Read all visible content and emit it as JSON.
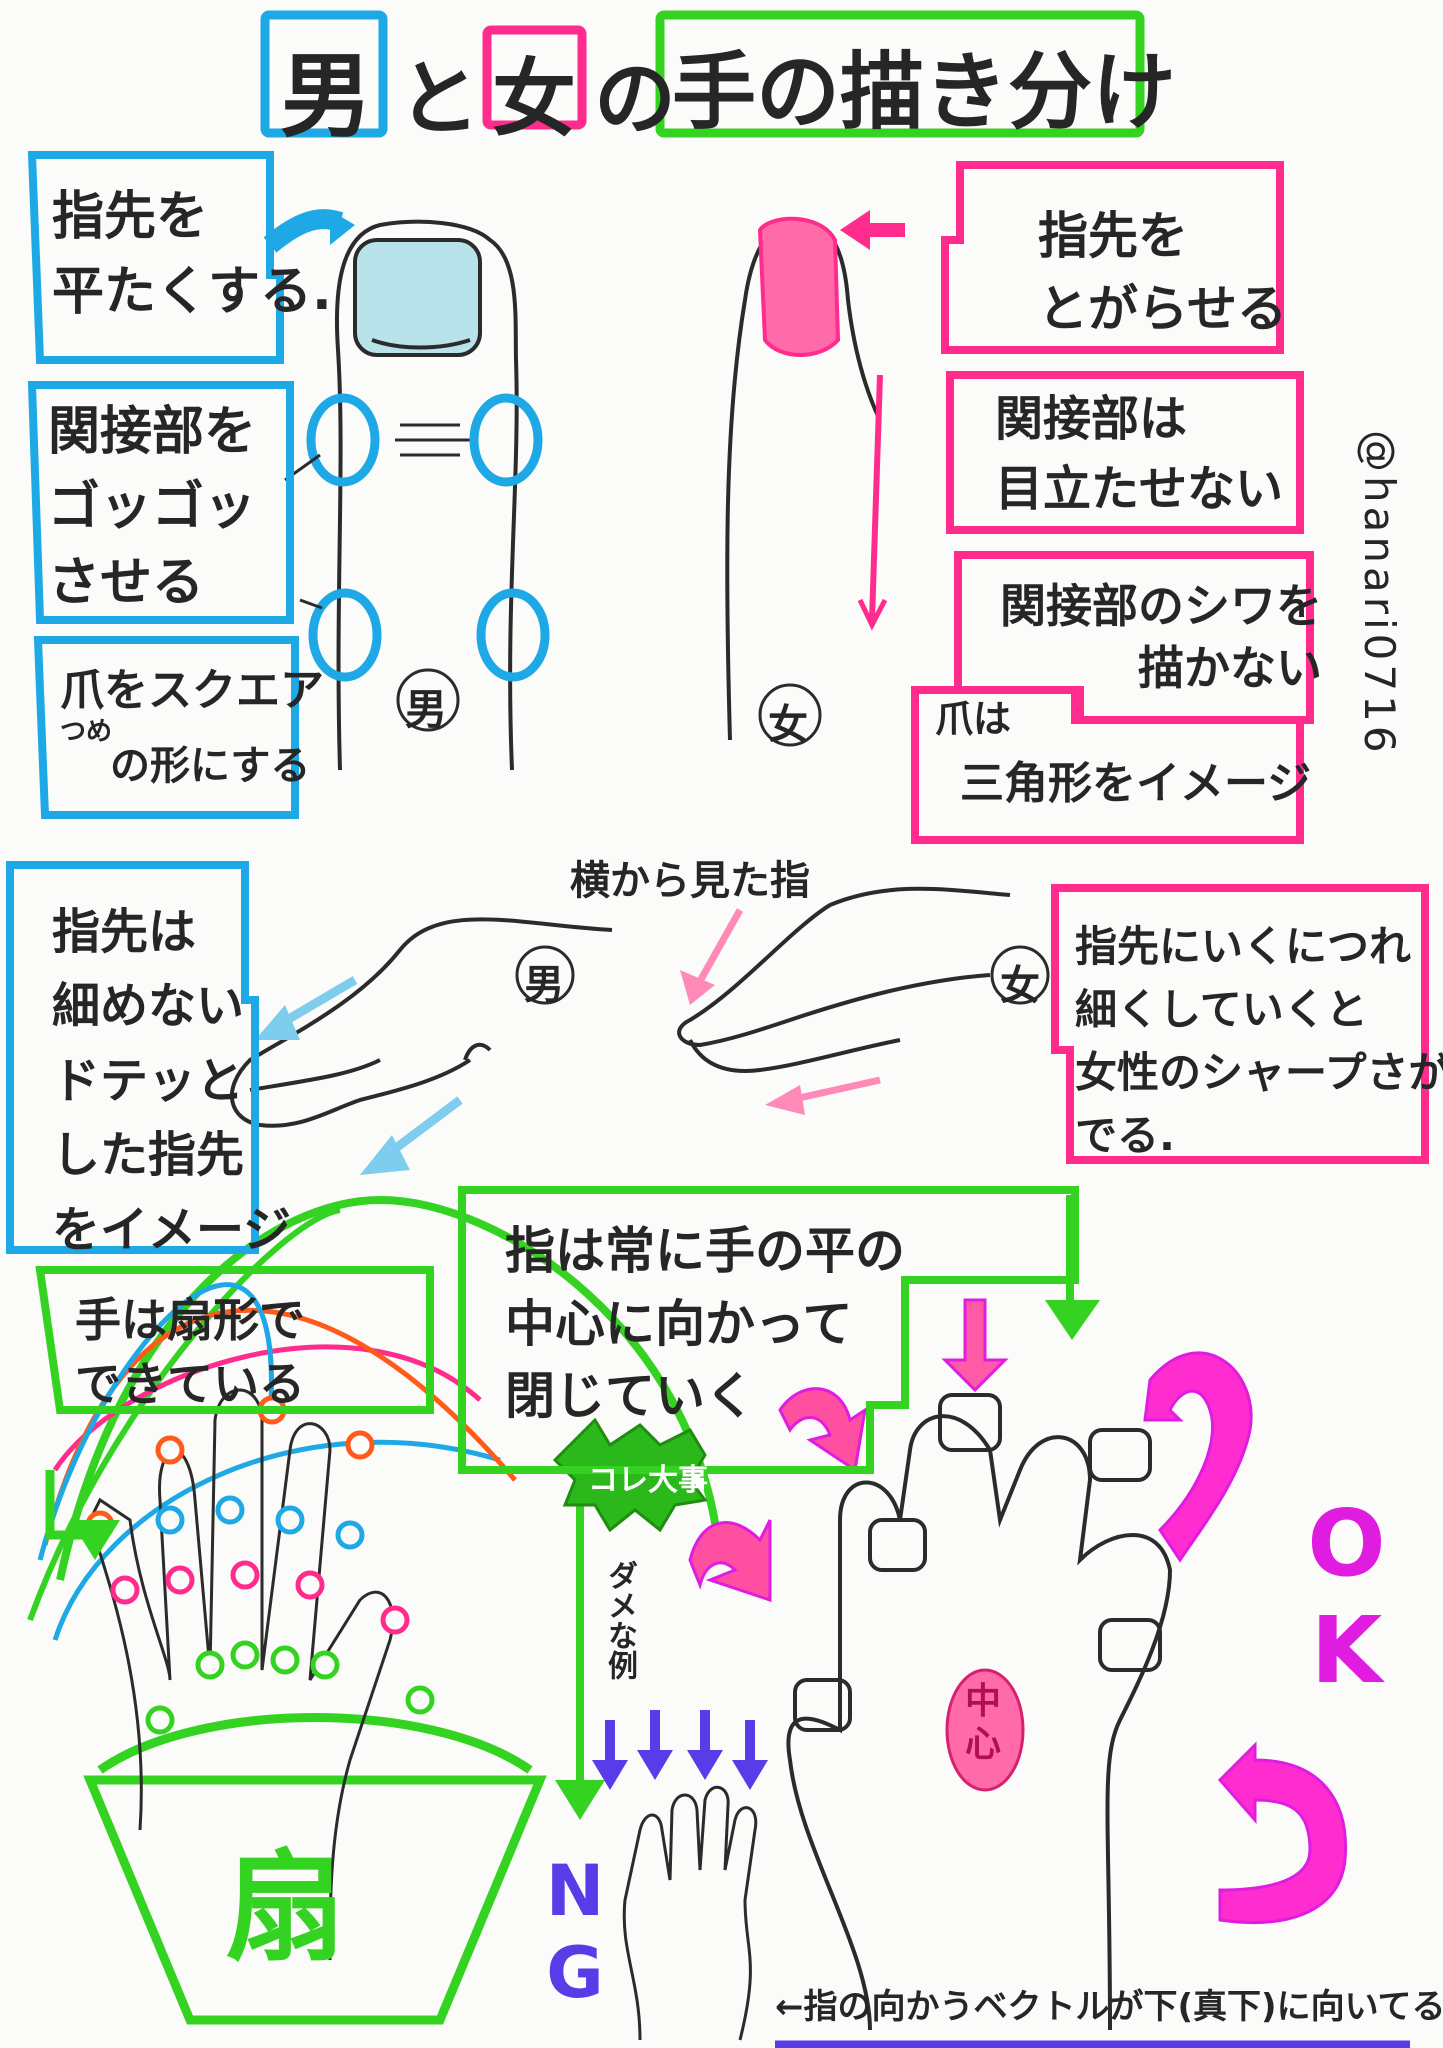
{
  "title": {
    "otoko": "男",
    "to": "と",
    "onna": "女",
    "no": "の",
    "rest": "手の描き分け"
  },
  "male_finger": {
    "tip": "指先を\n平たくする.",
    "joint": "関接部を\nゴッゴッ\nさせる",
    "nail_1": "爪をスクエア",
    "nail_2": "つめ",
    "nail_3": "の形にする",
    "badge": "男"
  },
  "female_finger": {
    "tip": "指先を\nとがらせる",
    "joint": "関接部は\n目立たせない",
    "wrinkle": "関接部のシワを\n描かない",
    "nail_1": "爪は",
    "nail_2": "三角形をイメージ",
    "badge": "女"
  },
  "handle": "@hanari0716",
  "side_view": {
    "label": "横から見た指",
    "male_text": "指先は\n細めない\nドテッと\nした指先\nをイメージ",
    "male_badge": "男",
    "female_text": "指先にいくにつれ\n細くしていくと\n女性のシャープさが\nでる.",
    "female_badge": "女"
  },
  "fan": {
    "text": "手は扇形で\nできている",
    "char": "扇"
  },
  "center": {
    "text": "指は常に手の平の\n中心に向かって\n閉じていく",
    "important": "コレ大事",
    "bad_example": "ダメな例",
    "ng": "NG",
    "ok": "OK",
    "palm_center": "中\n心",
    "bottom_note": "←指の向かうベクトルが下(真下)に向いてる."
  },
  "colors": {
    "blue": "#1ea9e6",
    "pink": "#ff2c8e",
    "green": "#35d321",
    "magenta": "#e01ce0",
    "orange": "#ff5a1a",
    "purple": "#5a3be8"
  }
}
